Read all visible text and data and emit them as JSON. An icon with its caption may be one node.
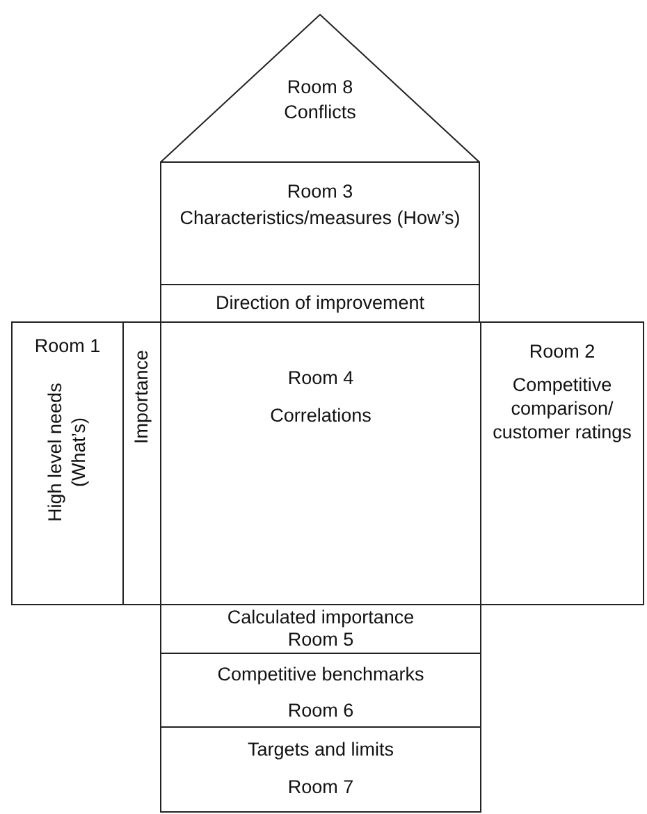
{
  "diagram": {
    "nodes": [
      {
        "text": [
          "Room 8",
          "Conflicts"
        ]
      },
      {
        "text": [
          "Room 3",
          "Characteristics/measures (How’s)"
        ]
      },
      {
        "text": [
          "Direction of improvement"
        ]
      },
      {
        "text": [
          "Room 1",
          "High level needs (What’s)"
        ]
      },
      {
        "text": [
          "Importance"
        ]
      },
      {
        "text": [
          "Room 4",
          "Correlations"
        ]
      },
      {
        "text": [
          "Room 2",
          "Competitive comparison/ customer ratings"
        ]
      },
      {
        "text": [
          "Calculated importance",
          "Room 5"
        ]
      },
      {
        "text": [
          "Competitive benchmarks",
          "Room 6"
        ]
      },
      {
        "text": [
          "Targets and limits",
          "Room 7"
        ]
      }
    ]
  }
}
